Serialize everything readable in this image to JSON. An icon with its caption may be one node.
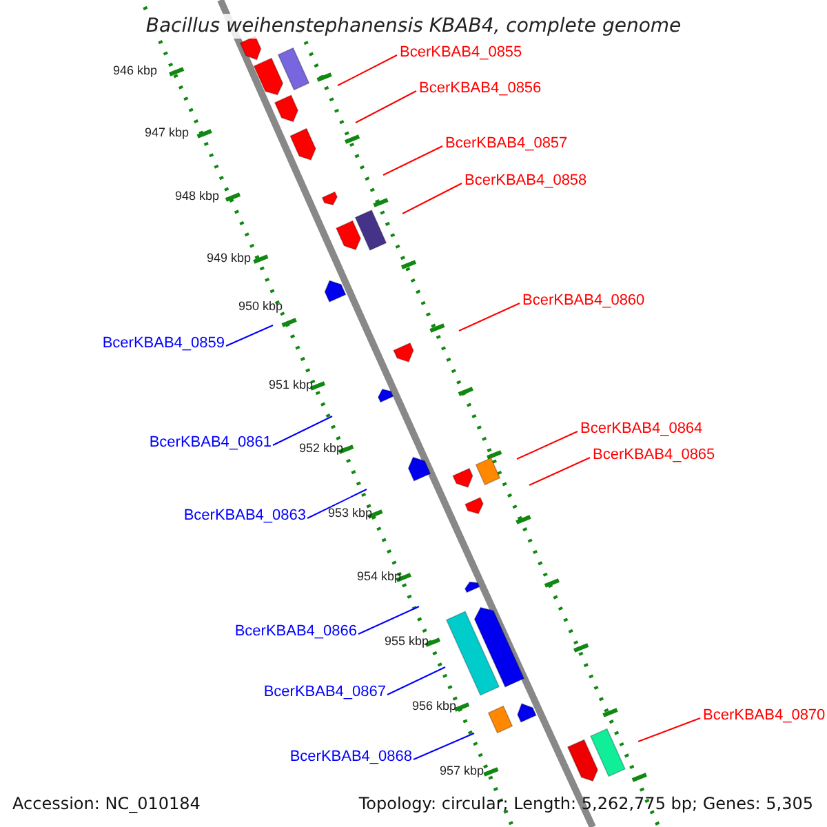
{
  "diagram": {
    "title": "Bacillus weihenstephanensis KBAB4, complete genome",
    "nodes": [
      {
        "text": [
          "BcerKBAB4_0855"
        ]
      },
      {
        "text": [
          "BcerKBAB4_0856"
        ]
      },
      {
        "text": [
          "BcerKBAB4_0857"
        ]
      },
      {
        "text": [
          "BcerKBAB4_0858"
        ]
      },
      {
        "text": [
          "BcerKBAB4_0860"
        ]
      },
      {
        "text": [
          "BcerKBAB4_0864"
        ]
      },
      {
        "text": [
          "BcerKBAB4_0865"
        ]
      },
      {
        "text": [
          "BcerKBAB4_0870"
        ]
      },
      {
        "text": [
          "BcerKBAB4_0859"
        ]
      },
      {
        "text": [
          "BcerKBAB4_0861"
        ]
      },
      {
        "text": [
          "BcerKBAB4_0863"
        ]
      },
      {
        "text": [
          "BcerKBAB4_0866"
        ]
      },
      {
        "text": [
          "BcerKBAB4_0867"
        ]
      },
      {
        "text": [
          "BcerKBAB4_0868"
        ]
      }
    ],
    "edges": [
      {
        "from": 0,
        "to": null,
        "arrow": "none",
        "color": "#ff0000"
      },
      {
        "from": 1,
        "to": null,
        "arrow": "none",
        "color": "#ff0000"
      },
      {
        "from": 2,
        "to": null,
        "arrow": "none",
        "color": "#ff0000"
      },
      {
        "from": 3,
        "to": null,
        "arrow": "none",
        "color": "#ff0000"
      },
      {
        "from": 4,
        "to": null,
        "arrow": "none",
        "color": "#ff0000"
      },
      {
        "from": 5,
        "to": null,
        "arrow": "none",
        "color": "#ff0000"
      },
      {
        "from": 6,
        "to": null,
        "arrow": "none",
        "color": "#ff0000"
      },
      {
        "from": 7,
        "to": null,
        "arrow": "none",
        "color": "#ff0000"
      },
      {
        "from": 8,
        "to": null,
        "arrow": "none",
        "color": "#0000ff"
      },
      {
        "from": 9,
        "to": null,
        "arrow": "none",
        "color": "#0000ff"
      },
      {
        "from": 10,
        "to": null,
        "arrow": "none",
        "color": "#0000ff"
      },
      {
        "from": 11,
        "to": null,
        "arrow": "none",
        "color": "#0000ff"
      },
      {
        "from": 12,
        "to": null,
        "arrow": "none",
        "color": "#0000ff"
      },
      {
        "from": 13,
        "to": null,
        "arrow": "none",
        "color": "#0000ff"
      }
    ],
    "labels": [
      "946 kbp",
      "947 kbp",
      "948 kbp",
      "949 kbp",
      "950 kbp",
      "951 kbp",
      "952 kbp",
      "953 kbp",
      "954 kbp",
      "955 kbp",
      "956 kbp",
      "957 kbp",
      "Accession: NC_010184",
      "Topology: circular; Length: 5,262,775 bp; Genes: 5,305"
    ]
  }
}
